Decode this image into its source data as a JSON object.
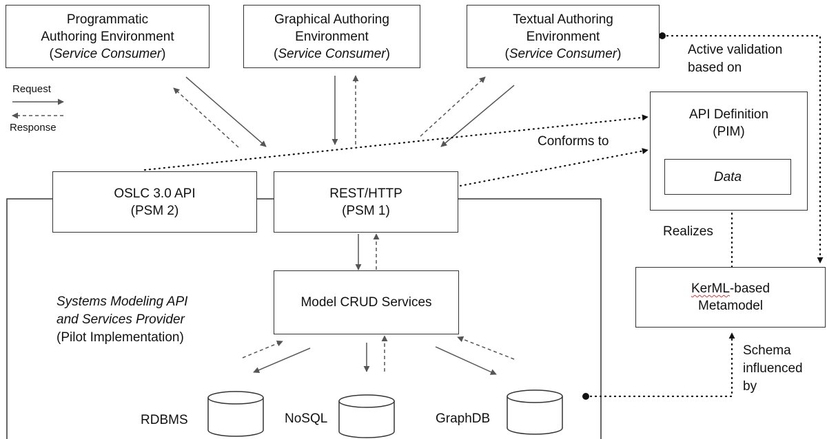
{
  "consumers": {
    "programmatic": {
      "line1": "Programmatic",
      "line2": "Authoring Environment",
      "role": "Service Consumer"
    },
    "graphical": {
      "line1": "Graphical Authoring",
      "line2": "Environment",
      "role": "Service Consumer"
    },
    "textual": {
      "line1": "Textual Authoring",
      "line2": "Environment",
      "role": "Service Consumer"
    }
  },
  "legend": {
    "request": "Request",
    "response": "Response"
  },
  "api_definition": {
    "line1": "API Definition",
    "line2": "(PIM)",
    "data": "Data"
  },
  "oslc": {
    "line1": "OSLC 3.0 API",
    "line2": "(PSM 2)"
  },
  "rest": {
    "line1": "REST/HTTP",
    "line2": "(PSM 1)"
  },
  "crud": {
    "label": "Model CRUD Services"
  },
  "provider": {
    "line1": "Systems Modeling API",
    "line2": "and Services Provider",
    "line3": "(Pilot Implementation)"
  },
  "kerml": {
    "line1_prefix": "KerML",
    "line1_suffix": "-based",
    "line2": "Metamodel"
  },
  "databases": {
    "rdbms": "RDBMS",
    "nosql": "NoSQL",
    "graphdb": "GraphDB"
  },
  "annotations": {
    "active_validation_1": "Active validation",
    "active_validation_2": "based on",
    "conforms_to": "Conforms to",
    "realizes": "Realizes",
    "schema_1": "Schema",
    "schema_2": "influenced",
    "schema_3": "by"
  }
}
